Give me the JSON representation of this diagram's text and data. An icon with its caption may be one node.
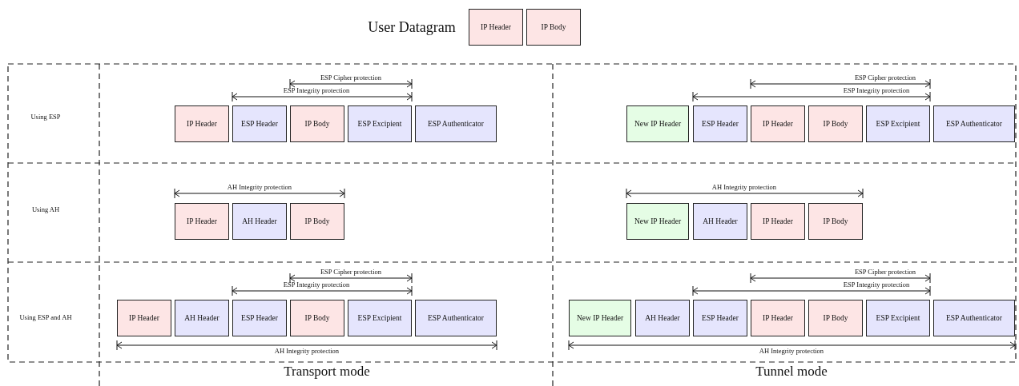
{
  "diagram": {
    "nodes": [
      {
        "text": [
          "IP Header"
        ]
      },
      {
        "text": [
          "IP Body"
        ]
      },
      {
        "text": [
          "IP Header"
        ]
      },
      {
        "text": [
          "ESP Header"
        ]
      },
      {
        "text": [
          "IP Body"
        ]
      },
      {
        "text": [
          "ESP Excipient"
        ]
      },
      {
        "text": [
          "ESP Authenticator"
        ]
      },
      {
        "text": [
          "New IP Header"
        ]
      },
      {
        "text": [
          "ESP Header"
        ]
      },
      {
        "text": [
          "IP Header"
        ]
      },
      {
        "text": [
          "IP Body"
        ]
      },
      {
        "text": [
          "ESP Excipient"
        ]
      },
      {
        "text": [
          "ESP Authenticator"
        ]
      },
      {
        "text": [
          "IP Header"
        ]
      },
      {
        "text": [
          "AH Header"
        ]
      },
      {
        "text": [
          "IP Body"
        ]
      },
      {
        "text": [
          "New IP Header"
        ]
      },
      {
        "text": [
          "AH Header"
        ]
      },
      {
        "text": [
          "IP Header"
        ]
      },
      {
        "text": [
          "IP Body"
        ]
      },
      {
        "text": [
          "IP Header"
        ]
      },
      {
        "text": [
          "AH Header"
        ]
      },
      {
        "text": [
          "ESP Header"
        ]
      },
      {
        "text": [
          "IP Body"
        ]
      },
      {
        "text": [
          "ESP Excipient"
        ]
      },
      {
        "text": [
          "ESP Authenticator"
        ]
      },
      {
        "text": [
          "New IP Header"
        ]
      },
      {
        "text": [
          "AH Header"
        ]
      },
      {
        "text": [
          "ESP Header"
        ]
      },
      {
        "text": [
          "IP Header"
        ]
      },
      {
        "text": [
          "IP Body"
        ]
      },
      {
        "text": [
          "ESP Excipient"
        ]
      },
      {
        "text": [
          "ESP Authenticator"
        ]
      }
    ],
    "labels": [
      "User Datagram",
      "ESP Cipher protection",
      "ESP Cipher protection",
      "ESP Integrity protection",
      "ESP Integrity protection",
      "Using ESP",
      "AH Integrity protection",
      "AH Integrity protection",
      "Using AH",
      "ESP Cipher protection",
      "ESP Cipher protection",
      "ESP Integrity protection",
      "ESP Integrity protection",
      "Using ESP and AH",
      "AH Integrity protection",
      "AH Integrity protection",
      "Transport mode",
      "Tunnel mode"
    ]
  }
}
